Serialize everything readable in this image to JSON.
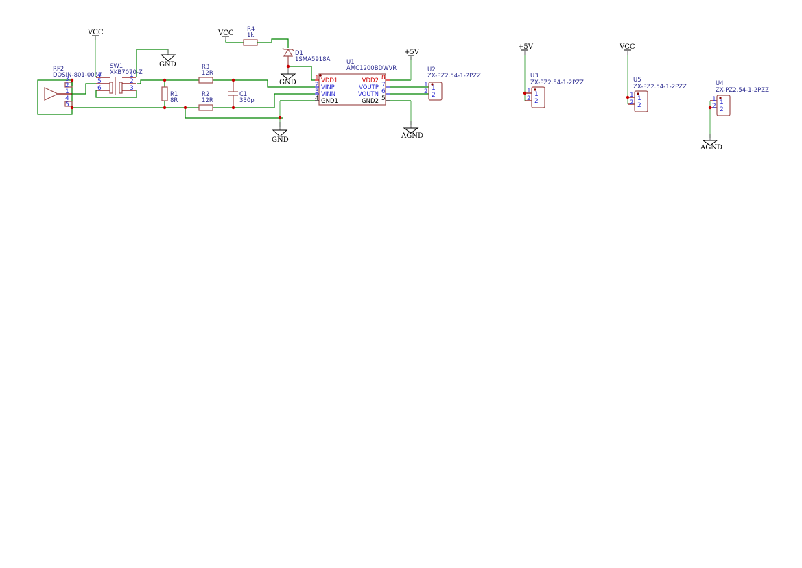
{
  "power_labels": {
    "vcc_1": "VCC",
    "vcc_2": "VCC",
    "vcc_3": "VCC",
    "gnd_1": "GND",
    "gnd_2": "GND",
    "gnd_3": "GND",
    "p5v_1": "+5V",
    "p5v_2": "+5V",
    "agnd_1": "AGND",
    "agnd_2": "AGND"
  },
  "components": {
    "rf2": {
      "ref": "RF2",
      "value": "DOSIN-801-0057",
      "pins": [
        "3",
        "2",
        "1",
        "4",
        "5"
      ]
    },
    "sw1": {
      "ref": "SW1",
      "value": "XKB7070-Z",
      "pins_left": [
        "4",
        "5",
        "6"
      ],
      "pins_right": [
        "1",
        "2",
        "3"
      ]
    },
    "r1": {
      "ref": "R1",
      "value": "8R"
    },
    "r2": {
      "ref": "R2",
      "value": "12R"
    },
    "r3": {
      "ref": "R3",
      "value": "12R"
    },
    "r4": {
      "ref": "R4",
      "value": "1k"
    },
    "c1": {
      "ref": "C1",
      "value": "330p"
    },
    "d1": {
      "ref": "D1",
      "value": "1SMA5918A"
    },
    "u1": {
      "ref": "U1",
      "value": "AMC1200BDWVR",
      "left_pins": [
        {
          "num": "1",
          "name": "VDD1"
        },
        {
          "num": "2",
          "name": "VINP"
        },
        {
          "num": "3",
          "name": "VINN"
        },
        {
          "num": "4",
          "name": "GND1"
        }
      ],
      "right_pins": [
        {
          "num": "8",
          "name": "VDD2"
        },
        {
          "num": "7",
          "name": "VOUTP"
        },
        {
          "num": "6",
          "name": "VOUTN"
        },
        {
          "num": "5",
          "name": "GND2"
        }
      ]
    },
    "u2": {
      "ref": "U2",
      "value": "ZX-PZ2.54-1-2PZZ",
      "pins": [
        "1",
        "2"
      ]
    },
    "u3": {
      "ref": "U3",
      "value": "ZX-PZ2.54-1-2PZZ",
      "pins": [
        "1",
        "2"
      ]
    },
    "u4": {
      "ref": "U4",
      "value": "ZX-PZ2.54-1-2PZZ",
      "pins": [
        "1",
        "2"
      ]
    },
    "u5": {
      "ref": "U5",
      "value": "ZX-PZ2.54-1-2PZZ",
      "pins": [
        "1",
        "2"
      ]
    }
  },
  "colors": {
    "wire": "#008400",
    "component_body": "#a05050",
    "junction": "#c80000",
    "reference_text": "#2b2b8f",
    "pin_number": "#2b2bd0",
    "power_pin": "#d00000"
  }
}
